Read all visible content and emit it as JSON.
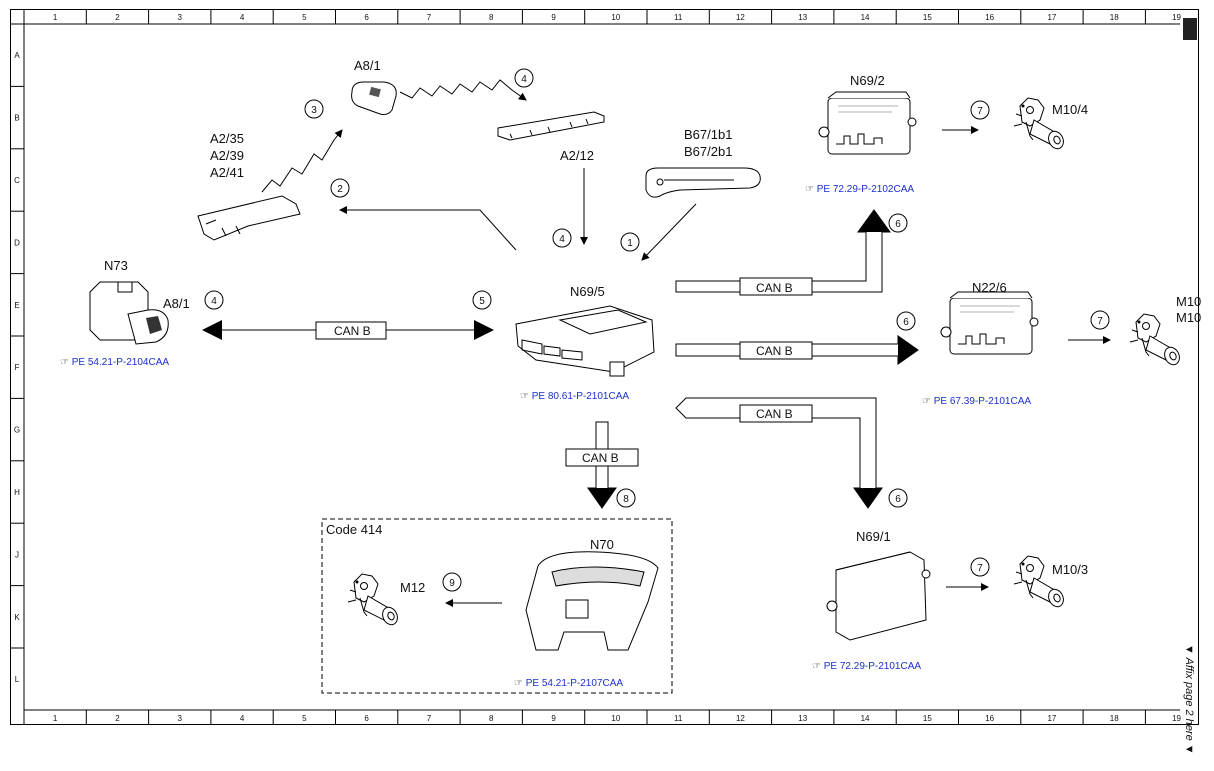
{
  "frame": {
    "columns": [
      "1",
      "2",
      "3",
      "4",
      "5",
      "6",
      "7",
      "8",
      "9",
      "10",
      "11",
      "12",
      "13",
      "14",
      "15",
      "16",
      "17",
      "18",
      "19"
    ],
    "rows": [
      "A",
      "B",
      "C",
      "D",
      "E",
      "F",
      "G",
      "H",
      "J",
      "K",
      "L"
    ],
    "side_note": "▼ Affix page 2 here ▼"
  },
  "components": {
    "a8_1_top": "A8/1",
    "a2_35": "A2/35",
    "a2_39": "A2/39",
    "a2_41": "A2/41",
    "a2_12": "A2/12",
    "b67": "B67/1b1",
    "b67_2": "B67/2b1",
    "n69_2": "N69/2",
    "m10_4": "M10/4",
    "n73": "N73",
    "a8_1_key": "A8/1",
    "n69_5": "N69/5",
    "n22_6": "N22/6",
    "m10_a": "M10",
    "m10_b": "M10",
    "n70": "N70",
    "m12": "M12",
    "code_414": "Code 414",
    "n69_1": "N69/1",
    "m10_3": "M10/3"
  },
  "bus_labels": {
    "can_left": "CAN B",
    "can_upper_right": "CAN B",
    "can_mid_right": "CAN B",
    "can_lower_right": "CAN B",
    "can_down": "CAN B"
  },
  "references": {
    "ref_n69_2": "PE 72.29-P-2102CAA",
    "ref_n73": "PE 54.21-P-2104CAA",
    "ref_n69_5": "PE 80.61-P-2101CAA",
    "ref_n22_6": "PE 67.39-P-2101CAA",
    "ref_n70": "PE 54.21-P-2107CAA",
    "ref_n69_1": "PE 72.29-P-2101CAA"
  },
  "step_numbers": {
    "s1": "1",
    "s2": "2",
    "s3": "3",
    "s4a": "4",
    "s4b": "4",
    "s4c": "4",
    "s5": "5",
    "s6a": "6",
    "s6b": "6",
    "s6c": "6",
    "s7a": "7",
    "s7b": "7",
    "s7c": "7",
    "s8": "8",
    "s9": "9"
  },
  "colors": {
    "reference_link": "#1a2fd0",
    "line": "#000000"
  }
}
